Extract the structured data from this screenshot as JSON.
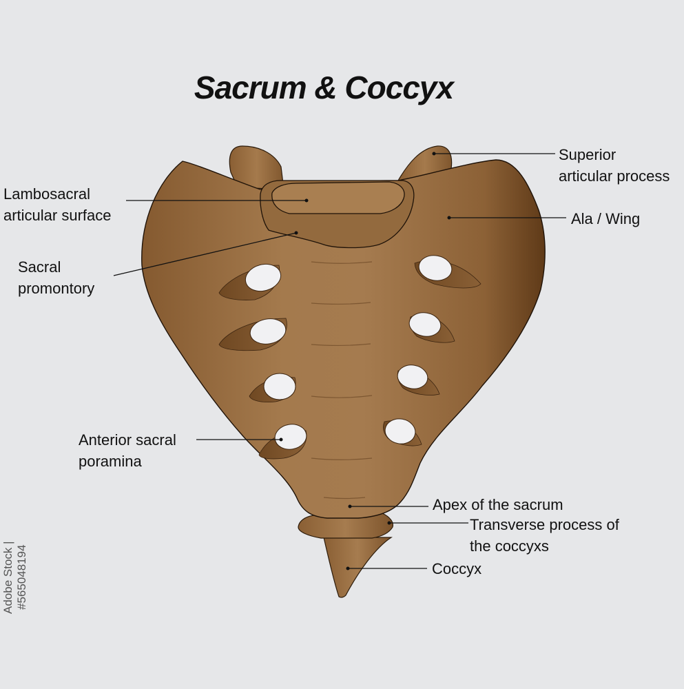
{
  "title": "Sacrum & Coccyx",
  "labels": {
    "superior_articular_process": [
      "Superior",
      "articular process"
    ],
    "lambosacral_articular_surface": [
      "Lambosacral",
      "articular surface"
    ],
    "ala_wing": "Ala / Wing",
    "sacral_promontory": [
      "Sacral",
      "promontory"
    ],
    "anterior_sacral_poramina": [
      "Anterior sacral",
      "poramina"
    ],
    "apex_of_sacrum": "Apex of the sacrum",
    "transverse_process_coccyx": [
      "Transverse process of",
      "the coccyxs"
    ],
    "coccyx": "Coccyx"
  },
  "stock_id": "Adobe Stock | #565048194",
  "colors": {
    "background": "#e6e7e9",
    "bone_light": "#a57a4e",
    "bone_mid": "#8c6238",
    "bone_dark": "#6a4421",
    "foramen": "#f1f1f3",
    "leader_line": "#111111"
  }
}
